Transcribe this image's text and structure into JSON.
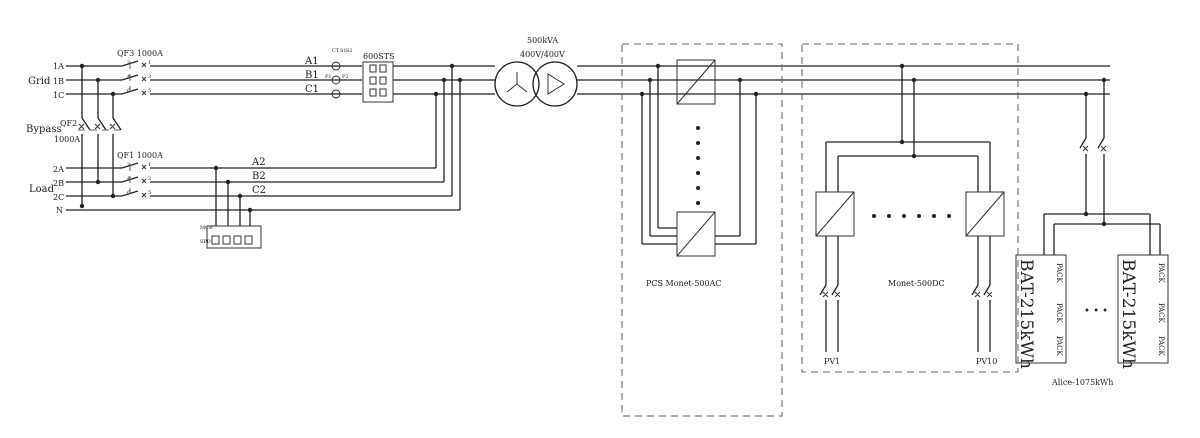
{
  "grid": {
    "label": "Grid",
    "phases": [
      "1A",
      "1B",
      "1C"
    ],
    "breaker": "QF3 1000A",
    "breaker_terminals": [
      "2",
      "1",
      "4",
      "3",
      "6",
      "5"
    ]
  },
  "bypass": {
    "label": "Bypass",
    "breaker_name": "QF2",
    "breaker_rating": "1000A"
  },
  "load": {
    "label": "Load",
    "phases": [
      "2A",
      "2B",
      "2C",
      "N"
    ],
    "breaker": "QF1 1000A",
    "breaker_terminals": [
      "2",
      "1",
      "4",
      "3",
      "6",
      "5"
    ],
    "spd_labels": [
      "MCB",
      "SPD"
    ]
  },
  "sts": {
    "label": "600STS",
    "inputs": [
      "A1",
      "B1",
      "C1"
    ],
    "outputs": [
      "A2",
      "B2",
      "C2"
    ],
    "ct_label": "CT",
    "ct_terminals": [
      "S1",
      "S2"
    ],
    "ct_primary": [
      "P1",
      "P2"
    ]
  },
  "transformer": {
    "rating": "500kVA",
    "ratio": "400V/400V"
  },
  "pcs": {
    "label": "PCS Monet-500AC"
  },
  "dc": {
    "label": "Monet-500DC",
    "pv": [
      "PV1",
      "PV10"
    ]
  },
  "battery": {
    "label": "Alice-1075kWh",
    "units": [
      "BAT-215kWh",
      "BAT-215kWh"
    ],
    "pack": "PACK"
  },
  "ellipsis": "• • •"
}
